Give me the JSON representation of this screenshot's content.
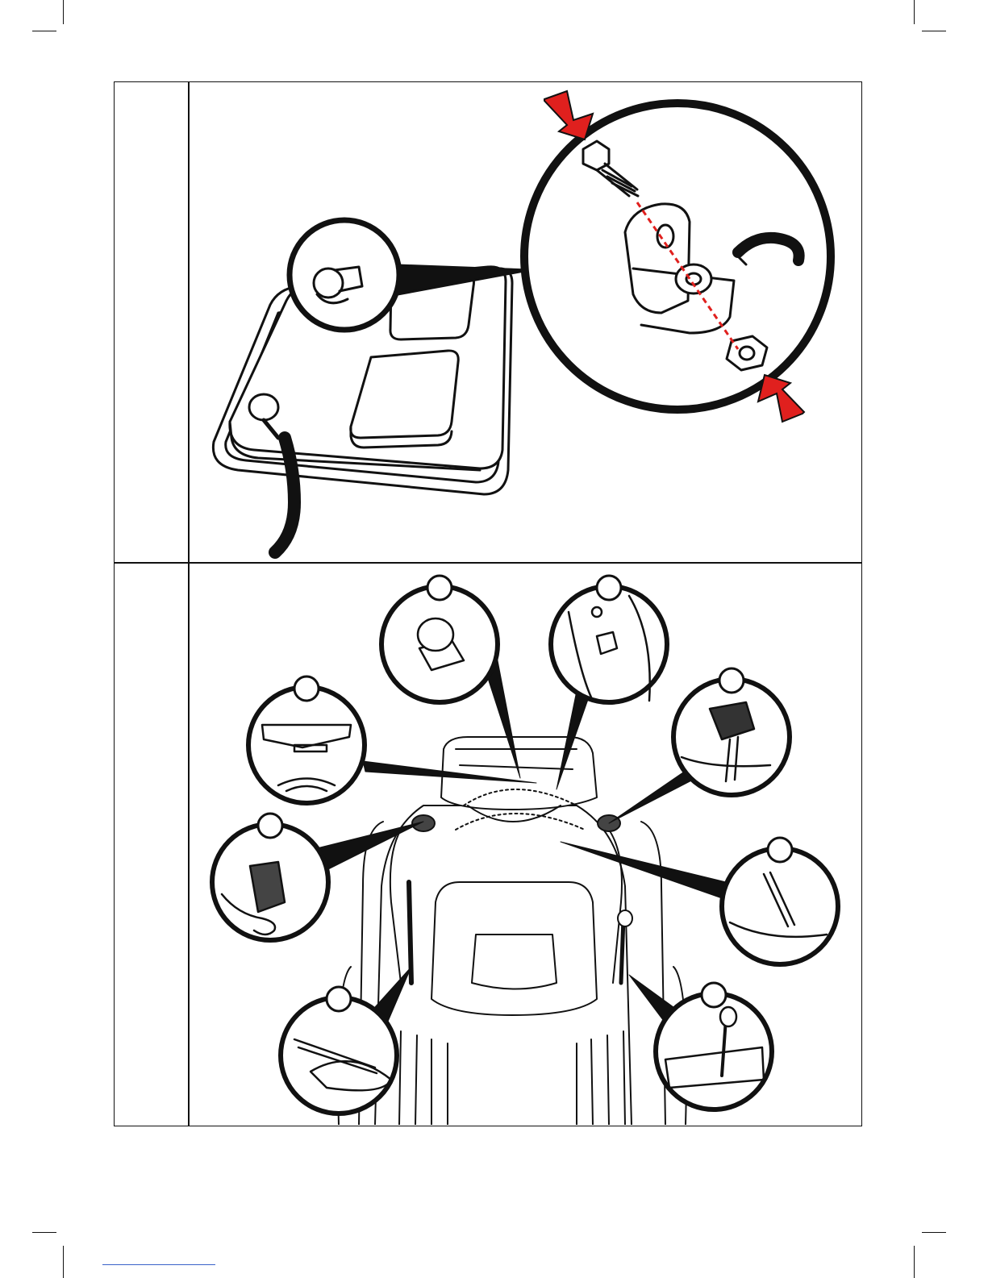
{
  "page": {
    "background": "#ffffff",
    "line_color": "#111111",
    "accent_color": "#e0201e"
  },
  "figures": [
    {
      "id": "fuel-tank-fitting",
      "contents": [
        "fuel-tank",
        "hose",
        "detail-circle",
        "bolt",
        "bracket",
        "washer",
        "nut",
        "red-arrows"
      ]
    },
    {
      "id": "tractor-controls",
      "callout_count": 8,
      "callouts": [
        "key-switch",
        "throttle-knob",
        "brake-pedal",
        "lever-right",
        "gear-shift",
        "deck-lever",
        "clutch-pedal",
        "dashboard-display"
      ]
    }
  ],
  "footer": {
    "link_color": "#3a62c9"
  }
}
